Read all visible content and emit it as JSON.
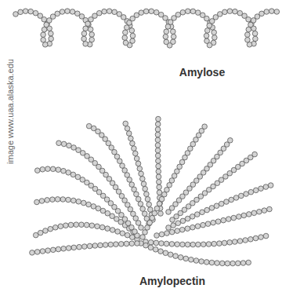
{
  "diagram": {
    "labels": [
      "Amylose",
      "Amylopectin",
      "image www.uaa.alaska.edu"
    ]
  }
}
